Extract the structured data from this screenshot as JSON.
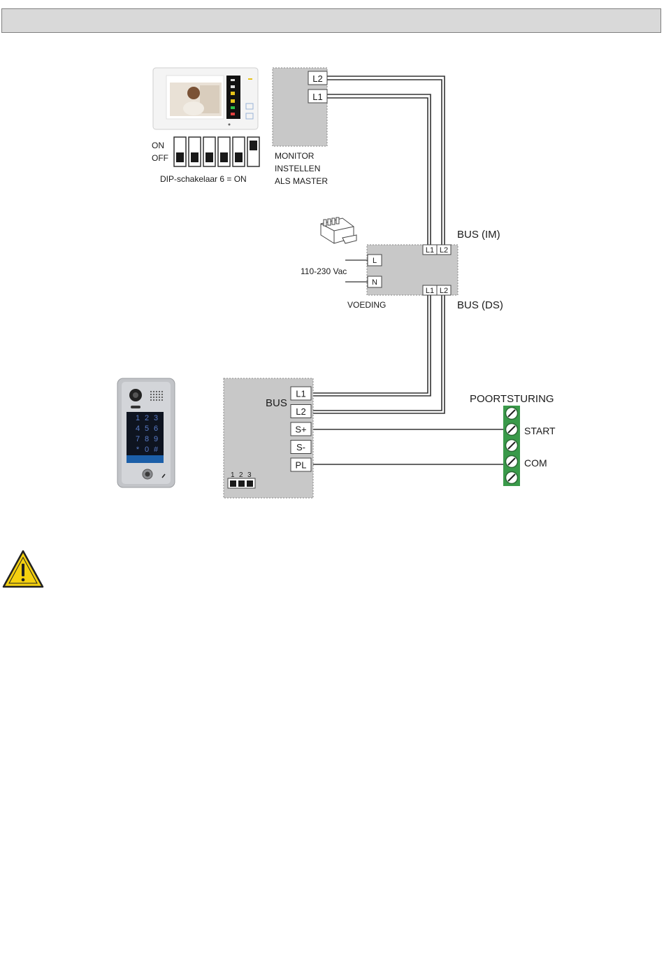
{
  "monitor": {
    "dip_on_label": "ON",
    "dip_off_label": "OFF",
    "dip_caption": "DIP-schakelaar 6 = ON",
    "dip_switch_count": 6,
    "dip_switch_on_index": 6,
    "terminals": [
      "L2",
      "L1"
    ],
    "note_lines": [
      "MONITOR",
      "INSTELLEN",
      "ALS MASTER"
    ]
  },
  "power_supply": {
    "input_terminals": [
      "L",
      "N"
    ],
    "voltage_label": "110-230 Vac",
    "name_label": "VOEDING",
    "bus_im_label": "BUS (IM)",
    "bus_ds_label": "BUS (DS)",
    "bus_terminal_labels": [
      "L1",
      "L2"
    ]
  },
  "door_station": {
    "keypad_keys": [
      "1",
      "2",
      "3",
      "4",
      "5",
      "6",
      "7",
      "8",
      "9",
      "*",
      "0",
      "#"
    ]
  },
  "controller": {
    "bus_label": "BUS",
    "terminals": [
      "L1",
      "L2",
      "S+",
      "S-",
      "PL"
    ],
    "dip_numbers": [
      "1",
      "2",
      "3"
    ]
  },
  "gate": {
    "title": "POORTSTURING",
    "start_label": "START",
    "com_label": "COM",
    "terminal_count": 5
  },
  "colors": {
    "panel_gray": "#c8c8c8",
    "terminal_green": "#3a9a4a",
    "warning_yellow": "#f5d10f",
    "header_gray": "#d9d9d9"
  },
  "icons": [
    "warning-icon",
    "din-rail-module-icon"
  ]
}
